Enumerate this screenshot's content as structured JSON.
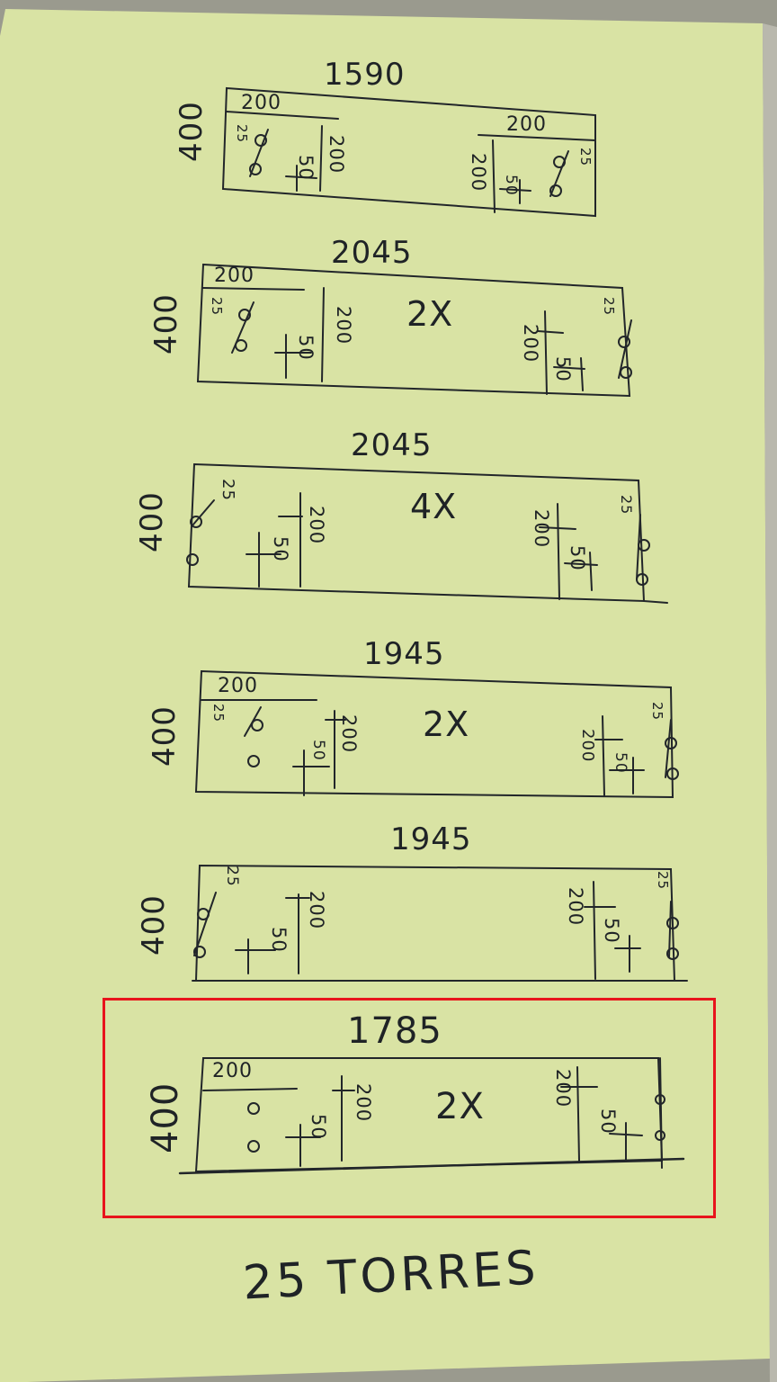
{
  "colors": {
    "paper": "#d9e3a4",
    "ink": "#22262a",
    "highlight": "#e8141c",
    "background": "#9a9a8e"
  },
  "sketches": [
    {
      "length": "1590",
      "height": "400",
      "top_dim": "200",
      "top_dim_right": "200",
      "multiplier": "",
      "left_offset": "25",
      "right_offset": "25",
      "left_inner": "50",
      "left_post": "200",
      "right_post": "200",
      "right_inner": "50"
    },
    {
      "length": "2045",
      "height": "400",
      "top_dim": "200",
      "top_dim_right": "",
      "multiplier": "2X",
      "left_offset": "25",
      "right_offset": "25",
      "left_inner": "50",
      "left_post": "200",
      "right_post": "200",
      "right_inner": "50"
    },
    {
      "length": "2045",
      "height": "400",
      "top_dim": "",
      "top_dim_right": "",
      "multiplier": "4X",
      "left_offset": "25",
      "right_offset": "25",
      "left_inner": "50",
      "left_post": "200",
      "right_post": "200",
      "right_inner": "50"
    },
    {
      "length": "1945",
      "height": "400",
      "top_dim": "200",
      "top_dim_right": "",
      "multiplier": "2X",
      "left_offset": "25",
      "right_offset": "25",
      "left_inner": "50",
      "left_post": "200",
      "right_post": "200",
      "right_inner": "50"
    },
    {
      "length": "1945",
      "height": "400",
      "top_dim": "",
      "top_dim_right": "",
      "multiplier": "",
      "left_offset": "25",
      "right_offset": "25",
      "left_inner": "50",
      "left_post": "200",
      "right_post": "200",
      "right_inner": "50"
    },
    {
      "length": "1785",
      "height": "400",
      "top_dim": "200",
      "top_dim_right": "",
      "multiplier": "2X",
      "left_offset": "",
      "right_offset": "",
      "left_inner": "50",
      "left_post": "200",
      "right_post": "200",
      "right_inner": "50",
      "highlighted": true
    }
  ],
  "footer": {
    "text": "25 TORRES"
  }
}
